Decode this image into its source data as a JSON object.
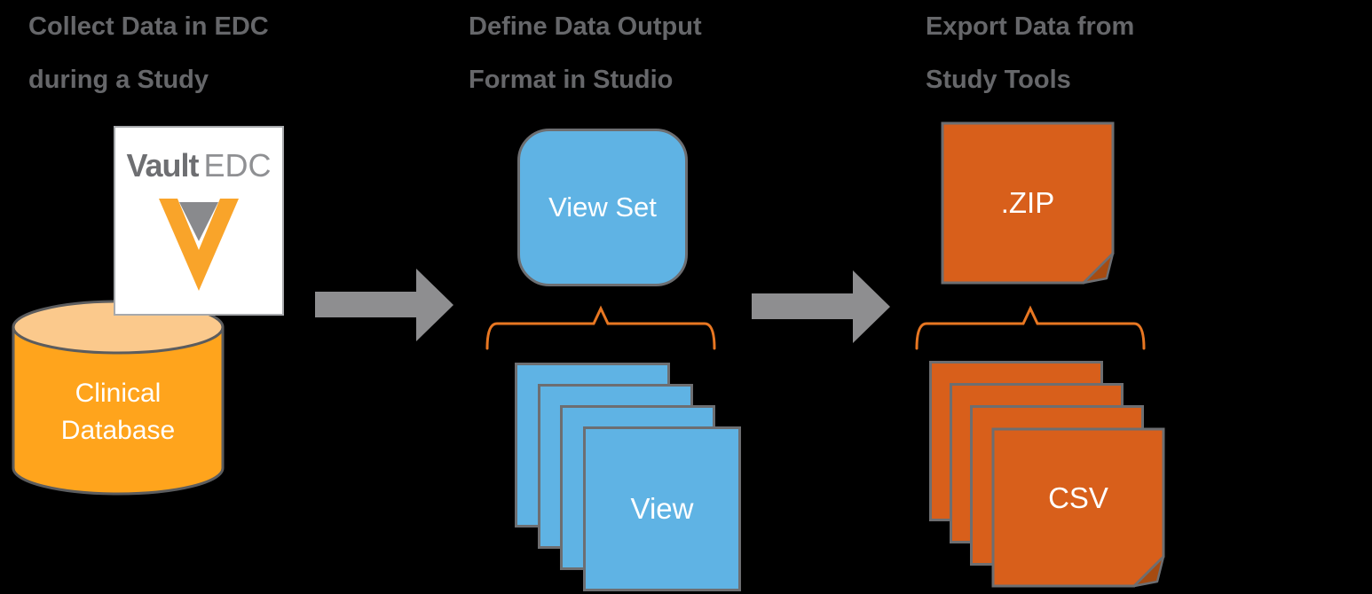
{
  "colors": {
    "background": "#000000",
    "heading_text": "#66676A",
    "arrow_gray": "#8E8E90",
    "shape_border_gray": "#6D6E71",
    "blue": "#5FB3E4",
    "deep_orange": "#D85F1B",
    "fold_orange": "#A64B11",
    "brace_orange": "#E87722",
    "cylinder_orange": "#FFA41C",
    "cylinder_top_orange": "#FBC98C",
    "logo_orange": "#F9A42A",
    "logo_gray": "#898A8D",
    "card_background": "#FFFFFF",
    "card_border": "#A7A9AC",
    "white_text": "#FFFFFF"
  },
  "step1": {
    "heading_line1": "Collect Data in EDC",
    "heading_line2": "during a Study",
    "card": {
      "brand": "Vault",
      "product": "EDC",
      "logo_icon": "veeva-v-icon"
    },
    "database": {
      "line1": "Clinical",
      "line2": "Database",
      "icon": "database-cylinder-icon"
    }
  },
  "step2": {
    "heading_line1": "Define Data Output",
    "heading_line2": "Format in Studio",
    "view_set_label": "View Set",
    "view_label": "View",
    "view_page_count": 4
  },
  "step3": {
    "heading_line1": "Export Data from",
    "heading_line2": "Study Tools",
    "zip_label": ".ZIP",
    "csv_label": "CSV",
    "csv_page_count": 4
  },
  "connectors": {
    "arrow_icon": "flow-arrow-icon",
    "brace_icon": "curly-brace-icon"
  }
}
